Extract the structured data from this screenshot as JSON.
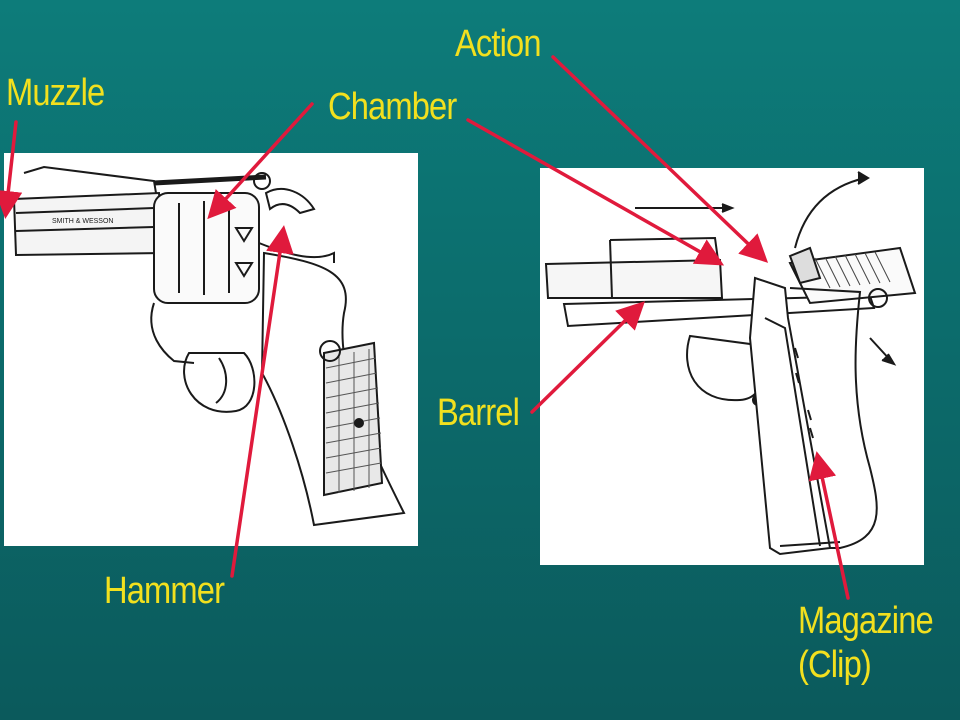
{
  "labels": {
    "muzzle": "Muzzle",
    "chamber": "Chamber",
    "action": "Action",
    "barrel": "Barrel",
    "hammer": "Hammer",
    "magazine": "Magazine\n(Clip)"
  },
  "revolver_engraving": "SMITH & WESSON",
  "colors": {
    "background": "#0c6c6c",
    "label_text": "#f2e01e",
    "arrow": "#e01a3c",
    "panel": "#ffffff",
    "line_art": "#1a1a1a"
  }
}
